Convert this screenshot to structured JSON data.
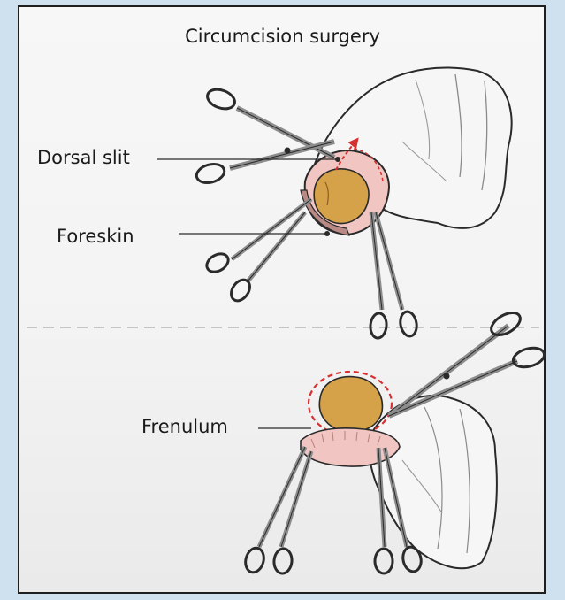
{
  "title": "Circumcision surgery",
  "labels": {
    "dorsal_slit": "Dorsal slit",
    "foreskin": "Foreskin",
    "frenulum": "Frenulum"
  },
  "colors": {
    "page_background": "#cfe0ef",
    "panel_background": "#f5f5f5",
    "panel_border": "#1e1e1e",
    "shaft_fill": "#f6f6f6",
    "shaft_stroke": "#2a2a2a",
    "foreskin_pink": "#f1c6c2",
    "glans_tan": "#d5a149",
    "incision_dash": "#d83030",
    "divider_dash": "#c4c4c4",
    "instrument_steel": "#8c8c8c"
  },
  "icons": [
    "scissors-icon",
    "hemostat-clamp-icon"
  ]
}
